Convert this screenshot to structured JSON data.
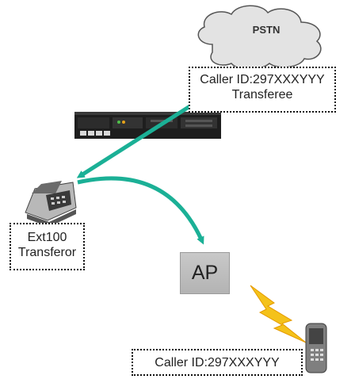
{
  "cloud": {
    "label": "PSTN"
  },
  "callouts": {
    "transferee": {
      "line1": "Caller ID:297XXXYYY",
      "line2": "Transferee"
    },
    "transferor": {
      "line1": "Ext100",
      "line2": "Transferor"
    },
    "mobile": {
      "line1": "Caller ID:297XXXYYY"
    }
  },
  "access_point": {
    "label": "AP"
  },
  "colors": {
    "arrow": "#1bb096",
    "lightning": "#f4c21a",
    "cloud_fill": "#e3e3e3",
    "cloud_stroke": "#555555"
  },
  "icons": [
    "cloud-icon",
    "pbx-chassis-icon",
    "desk-phone-icon",
    "access-point-icon",
    "lightning-bolt-icon",
    "mobile-phone-icon"
  ]
}
